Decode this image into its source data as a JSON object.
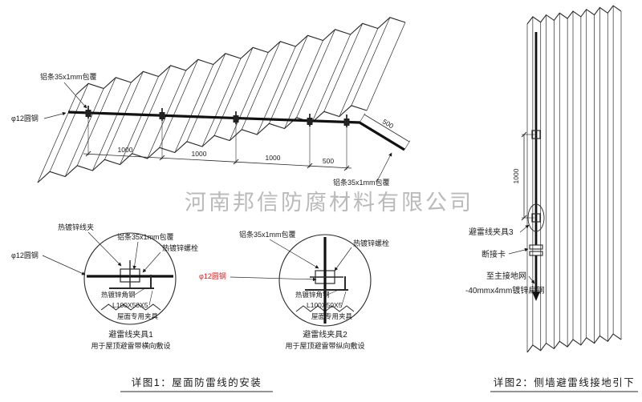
{
  "watermark": "河南邦信防腐材料有限公司",
  "roof_view": {
    "strip_label_top": "铝条35x1mm包覆",
    "round_steel_label": "φ12圆钢",
    "strip_label_right": "铝条35x1mm包覆",
    "dim_1000_a": "1000",
    "dim_1000_b": "1000",
    "dim_1000_c": "1000",
    "dim_500_a": "500",
    "dim_500_b": "500"
  },
  "detail1": {
    "clamp_label": "热镀锌线夹",
    "strip_label": "铝条35x1mm包覆",
    "bolt_label": "热镀锌螺栓",
    "round_steel_label": "φ12圆钢",
    "angle_label": "热镀锌角钢",
    "angle_size_label": "L100X50X5",
    "fixture_label": "屋面专用夹具",
    "title": "避雷线夹具1",
    "subtitle": "用于屋顶避雷带横向敷设"
  },
  "detail2": {
    "strip_label": "铝条35x1mm包覆",
    "bolt_label": "热镀锌螺栓",
    "round_steel_label": "φ12圆钢",
    "angle_label": "热镀锌角钢",
    "angle_size_label": "L100X50X5",
    "fixture_label": "屋面专用夹具",
    "title": "避雷线夹具2",
    "subtitle": "用于屋顶避雷带纵向敷设"
  },
  "wall_view": {
    "dim_1000": "1000",
    "clamp3_label": "避雷线夹具3",
    "disconnect_label": "断接卡",
    "ground_label": "至主接地网",
    "flat_steel_label": "-40mmx4mm镀锌扁钢"
  },
  "captions": {
    "detail1": "详图1：屋面防雷线的安装",
    "detail2": "详图2：侧墙避雷线接地引下"
  },
  "colors": {
    "line": "#2a2a2a",
    "accent_red": "#cc2222",
    "watermark_gray": "#909090"
  }
}
